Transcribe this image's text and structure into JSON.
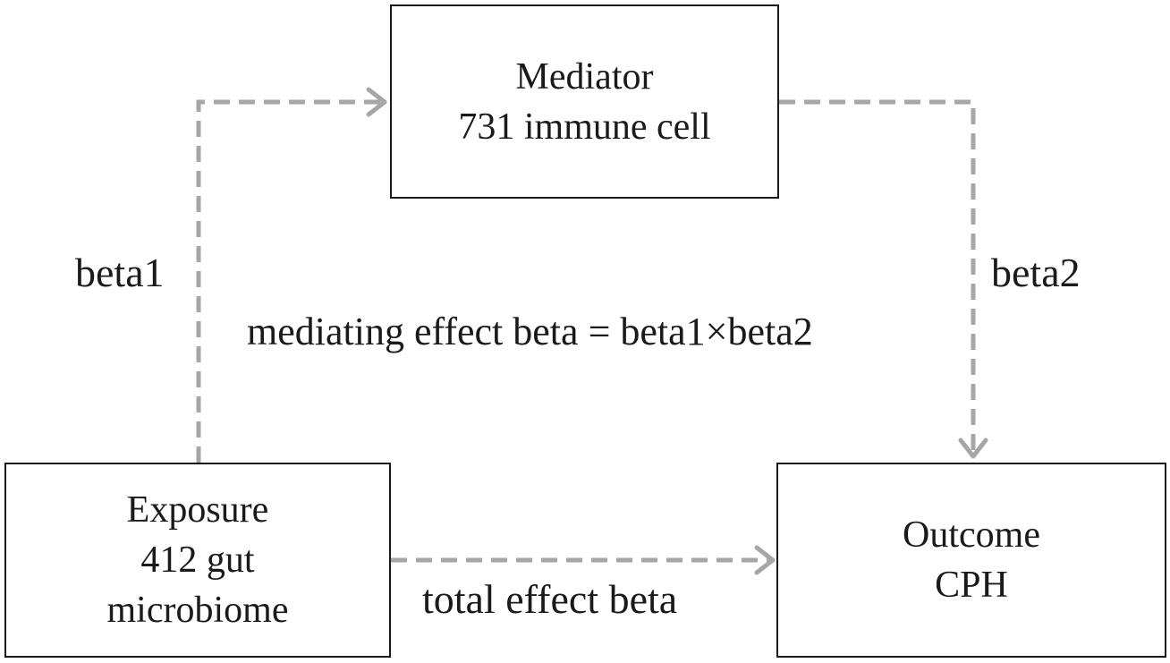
{
  "nodes": {
    "mediator": {
      "line1": "Mediator",
      "line2": "731 immune cell"
    },
    "exposure": {
      "line1": "Exposure",
      "line2": "412 gut",
      "line3": "microbiome"
    },
    "outcome": {
      "line1": "Outcome",
      "line2": "CPH"
    }
  },
  "edges": {
    "beta1": "beta1",
    "beta2": "beta2",
    "total": "total effect beta"
  },
  "formula": "mediating effect beta = beta1×beta2",
  "colors": {
    "arrow": "#a6a6a6",
    "box_border": "#1a1a1a",
    "text": "#1a1a1a"
  }
}
